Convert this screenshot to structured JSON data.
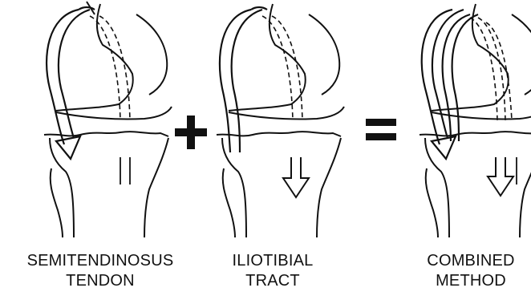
{
  "panels": [
    {
      "id": "semitendinosus",
      "caption": [
        "SEMITENDINOSUS",
        "TENDON"
      ]
    },
    {
      "id": "iliotibial",
      "caption": [
        "ILIOTIBIAL",
        "TRACT"
      ]
    },
    {
      "id": "combined",
      "caption": [
        "COMBINED",
        "METHOD"
      ]
    }
  ],
  "operators": {
    "plus": "+",
    "equals": "="
  },
  "colors": {
    "ink": "#111111",
    "background": "#ffffff"
  }
}
